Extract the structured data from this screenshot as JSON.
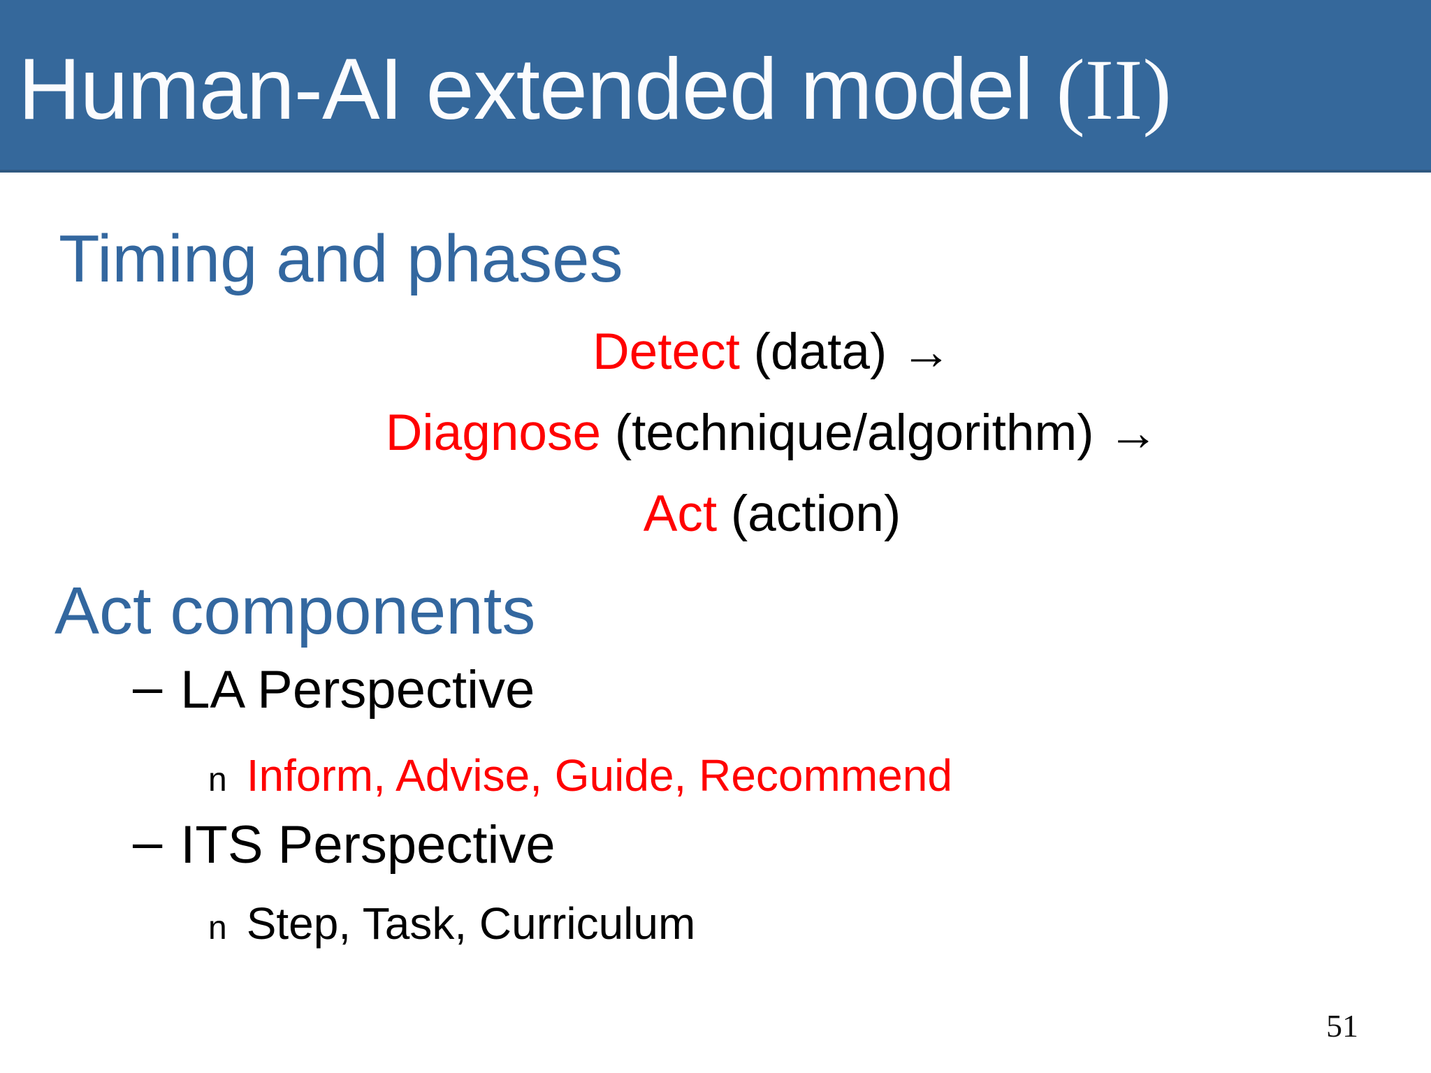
{
  "slide": {
    "header": {
      "title_main": "Human-AI extended model ",
      "title_suffix": "(II)"
    },
    "timing": {
      "heading": "Timing and phases",
      "phases": [
        {
          "keyword": "Detect",
          "rest": "(data)",
          "arrow": "→"
        },
        {
          "keyword": "Diagnose",
          "rest": "(technique/algorithm)",
          "arrow": "→"
        },
        {
          "keyword": "Act",
          "rest": "(action)",
          "arrow": ""
        }
      ]
    },
    "act": {
      "heading": "Act components",
      "items": [
        {
          "bullet": "–",
          "label": "LA Perspective",
          "level": 1
        },
        {
          "bullet": "n",
          "label": "Inform, Advise, Guide, Recommend",
          "level": 2,
          "color": "#FF0000"
        },
        {
          "bullet": "–",
          "label": "ITS Perspective",
          "level": 1
        },
        {
          "bullet": "n",
          "label": "Step, Task, Curriculum",
          "level": 2,
          "color": "#000000"
        }
      ]
    },
    "footer": {
      "page_number": "51"
    },
    "colors": {
      "header_bg": "#35689B",
      "header_border": "#2F5880",
      "title_text": "#FBFCFE",
      "heading_text": "#33679F",
      "accent_red": "#FF0000",
      "body_text": "#000000",
      "background": "#FFFFFF"
    }
  }
}
